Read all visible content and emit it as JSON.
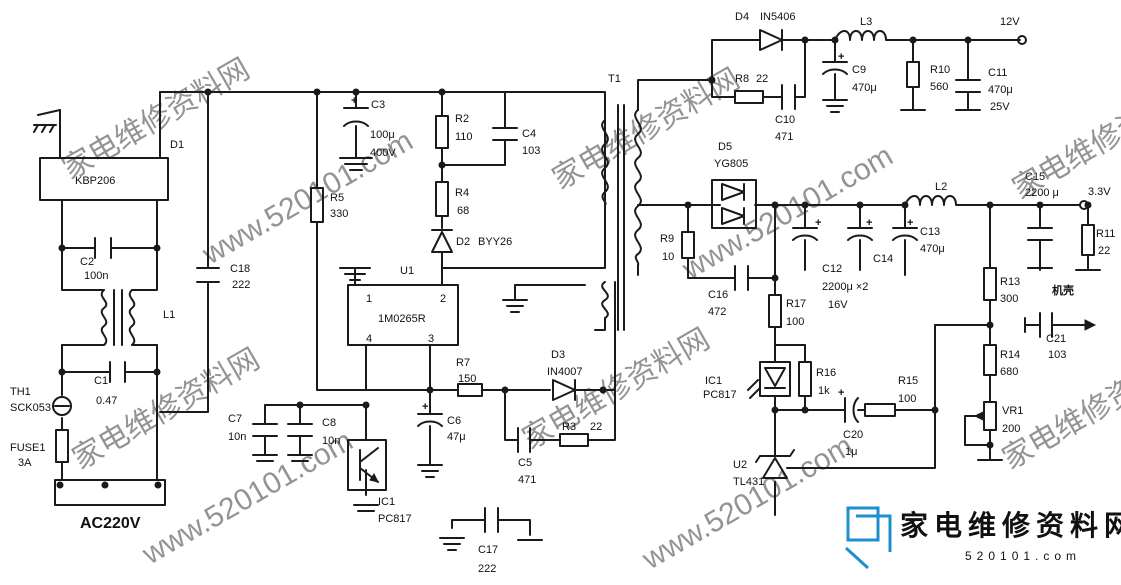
{
  "watermark": {
    "text_cn": "家电维修资料网",
    "text_url": "www.520101.com"
  },
  "logo": {
    "title_cn": "家电维修资料网",
    "url": "520101.com"
  },
  "components": {
    "D1": "D1",
    "KBP206": "KBP206",
    "C2": "C2",
    "C2v": "100n",
    "L1": "L1",
    "C1": "C1",
    "C1v": "0.47",
    "TH1": "TH1",
    "TH1v": "SCK053",
    "FUSE1": "FUSE1",
    "FUSE1v": "3A",
    "AC": "AC220V",
    "C18": "C18",
    "C18v": "222",
    "R5": "R5",
    "R5v": "330",
    "C3": "C3",
    "C3v1": "100μ",
    "C3v2": "400V",
    "R2": "R2",
    "R2v": "110",
    "C4": "C4",
    "C4v": "103",
    "R4": "R4",
    "R4v": "68",
    "D2": "D2",
    "D2v": "BYY26",
    "U1": "U1",
    "U1v": "1M0265R",
    "pin1": "1",
    "pin2": "2",
    "pin3": "3",
    "pin4": "4",
    "R7": "R7",
    "R7v": "150",
    "D3": "D3",
    "D3v": "IN4007",
    "C6": "C6",
    "C6v": "47μ",
    "C7": "C7",
    "C7v": "10n",
    "C8": "C8",
    "C8v": "10n",
    "C5": "C5",
    "C5v": "471",
    "R3": "R3",
    "R3v": "22",
    "IC1L": "IC1",
    "IC1Lv": "PC817",
    "C17": "C17",
    "C17v": "222",
    "T1": "T1",
    "D4": "D4",
    "D4v": "IN5406",
    "L3": "L3",
    "V12": "12V",
    "R8": "R8",
    "R8v": "22",
    "C10": "C10",
    "C10v": "471",
    "C9": "C9",
    "C9v": "470μ",
    "R10": "R10",
    "R10v": "560",
    "C11": "C11",
    "C11v1": "470μ",
    "C11v2": "25V",
    "D5": "D5",
    "D5v": "YG805",
    "L2": "L2",
    "C15": "C15",
    "C15v": "2200 μ",
    "V33": "3.3V",
    "R11": "R11",
    "R11v": "22",
    "R9": "R9",
    "R9v": "10",
    "C16": "C16",
    "C16v": "472",
    "C12": "C12",
    "C12v": "2200μ ×2",
    "C12v2": "16V",
    "C14": "C14",
    "C13": "C13",
    "C13v": "470μ",
    "R13": "R13",
    "R13v": "300",
    "chassis": "机壳",
    "C21": "C21",
    "C21v": "103",
    "R17": "R17",
    "R17v": "100",
    "IC1R": "IC1",
    "IC1Rv": "PC817",
    "R16": "R16",
    "R16v": "1k",
    "R15": "R15",
    "R15v": "100",
    "C20": "C20",
    "C20v": "1μ",
    "R14": "R14",
    "R14v": "680",
    "VR1": "VR1",
    "VR1v": "200",
    "U2": "U2",
    "U2v": "TL431"
  }
}
